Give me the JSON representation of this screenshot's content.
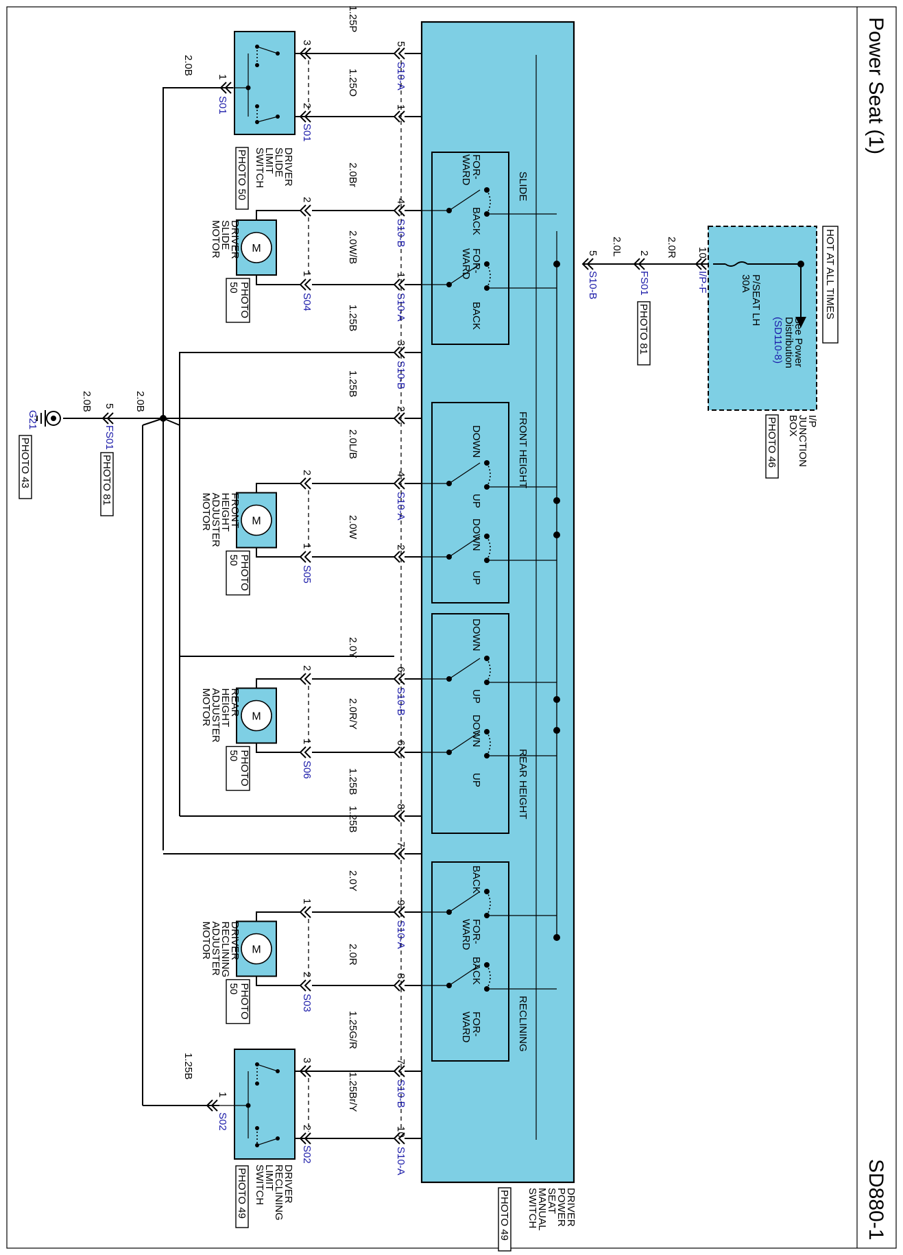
{
  "header": {
    "title": "Power Seat (1)",
    "code": "SD880-1"
  },
  "colors": {
    "component_fill": "#7ecfe4",
    "connector_text": "#1a1aa8",
    "line": "#000000"
  },
  "power": {
    "hot_label": "HOT AT ALL TIMES",
    "fuse_label": "P/SEAT LH",
    "fuse_rating": "30A",
    "see_note_line1": "See Power",
    "see_note_line2": "Distribution",
    "see_ref": "(SD110-8)",
    "junction_line1": "I/P",
    "junction_line2": "JUNCTION",
    "junction_line3": "BOX",
    "junction_photo": "PHOTO 46",
    "ipf_pin": "10",
    "ipf_name": "I/P-F",
    "wire_2_0R": "2.0R",
    "fs01_pin": "2",
    "fs01_name": "FS01",
    "fs01_photo": "PHOTO 81",
    "wire_2_0L": "2.0L",
    "s10b_pin": "5",
    "s10b_name": "S10-B"
  },
  "switch": {
    "name_lines": [
      "DRIVER",
      "POWER",
      "SEAT",
      "MANUAL",
      "SWITCH"
    ],
    "photo": "PHOTO 49",
    "sections": {
      "slide": "SLIDE",
      "front_height": "FRONT HEIGHT",
      "rear_height": "REAR HEIGHT",
      "reclining": "RECLINING"
    },
    "labels": {
      "for": "FOR-",
      "ward": "WARD",
      "back": "BACK",
      "up": "UP",
      "down": "DOWN"
    }
  },
  "wires": [
    {
      "pin": "5",
      "conn": "S10-A",
      "gauge": "1.25P"
    },
    {
      "pin": "1",
      "conn": "",
      "gauge": "1.25O"
    },
    {
      "pin": "4",
      "conn": "S10-B",
      "gauge": "2.0Br"
    },
    {
      "pin": "1",
      "conn": "S10-A",
      "gauge": "2.0W/B"
    },
    {
      "pin": "3",
      "conn": "S10-B",
      "gauge": "1.25B"
    },
    {
      "pin": "2",
      "conn": "",
      "gauge": "1.25B"
    },
    {
      "pin": "4",
      "conn": "S10-A",
      "gauge": "2.0L/B"
    },
    {
      "pin": "2",
      "conn": "",
      "gauge": "2.0W"
    },
    {
      "pin": "6",
      "conn": "S10-B",
      "gauge": "2.0Y"
    },
    {
      "pin": "6",
      "conn": "",
      "gauge": "2.0R/Y"
    },
    {
      "pin": "8",
      "conn": "",
      "gauge": "1.25B"
    },
    {
      "pin": "7",
      "conn": "",
      "gauge": "1.25B"
    },
    {
      "pin": "9",
      "conn": "S10-A",
      "gauge": "2.0Y"
    },
    {
      "pin": "8",
      "conn": "",
      "gauge": "2.0R"
    },
    {
      "pin": "7",
      "conn": "S10-B",
      "gauge": "1.25G/R"
    },
    {
      "pin": "10",
      "conn": "S10-A",
      "gauge": "1.25Br/Y"
    }
  ],
  "components": {
    "slide_limit": {
      "lines": [
        "DRIVER",
        "SLIDE",
        "LIMIT",
        "SWITCH"
      ],
      "photo": "PHOTO 50",
      "pinA": "3",
      "pinB": "2",
      "connB": "S01",
      "pinG": "1",
      "connG": "S01",
      "gauge": "2.0B"
    },
    "slide_motor": {
      "lines": [
        "DRIVER",
        "SLIDE",
        "MOTOR"
      ],
      "photo_a": "PHOTO",
      "photo_b": "50",
      "pinA": "2",
      "pinB": "1",
      "connB": "S04"
    },
    "front_motor": {
      "lines": [
        "FRONT",
        "HEIGHT",
        "ADJUSTER",
        "MOTOR"
      ],
      "photo_a": "PHOTO",
      "photo_b": "50",
      "pinA": "2",
      "pinB": "1",
      "connB": "S05"
    },
    "rear_motor": {
      "lines": [
        "REAR",
        "HEIGHT",
        "ADJUSTER",
        "MOTOR"
      ],
      "photo_a": "PHOTO",
      "photo_b": "50",
      "pinA": "2",
      "pinB": "1",
      "connB": "S06"
    },
    "recline_motor": {
      "lines": [
        "DRIVER",
        "RECLINING",
        "ADJUSTER",
        "MOTOR"
      ],
      "photo_a": "PHOTO",
      "photo_b": "50",
      "pinA": "1",
      "pinB": "2",
      "connB": "S03"
    },
    "recline_limit": {
      "lines": [
        "DRIVER",
        "RECLINING",
        "LIMIT",
        "SWITCH"
      ],
      "photo": "PHOTO 49",
      "pinA": "3",
      "pinB": "2",
      "connB": "S02",
      "pinG": "1",
      "connG": "S02",
      "gauge": "1.25B"
    },
    "motor_letter": "M"
  },
  "ground": {
    "wire_upper": "2.0B",
    "wire_lower": "2.0B",
    "fs01_pin": "5",
    "fs01_name": "FS01",
    "fs01_photo": "PHOTO 81",
    "g_name": "G21",
    "g_photo": "PHOTO 43"
  }
}
